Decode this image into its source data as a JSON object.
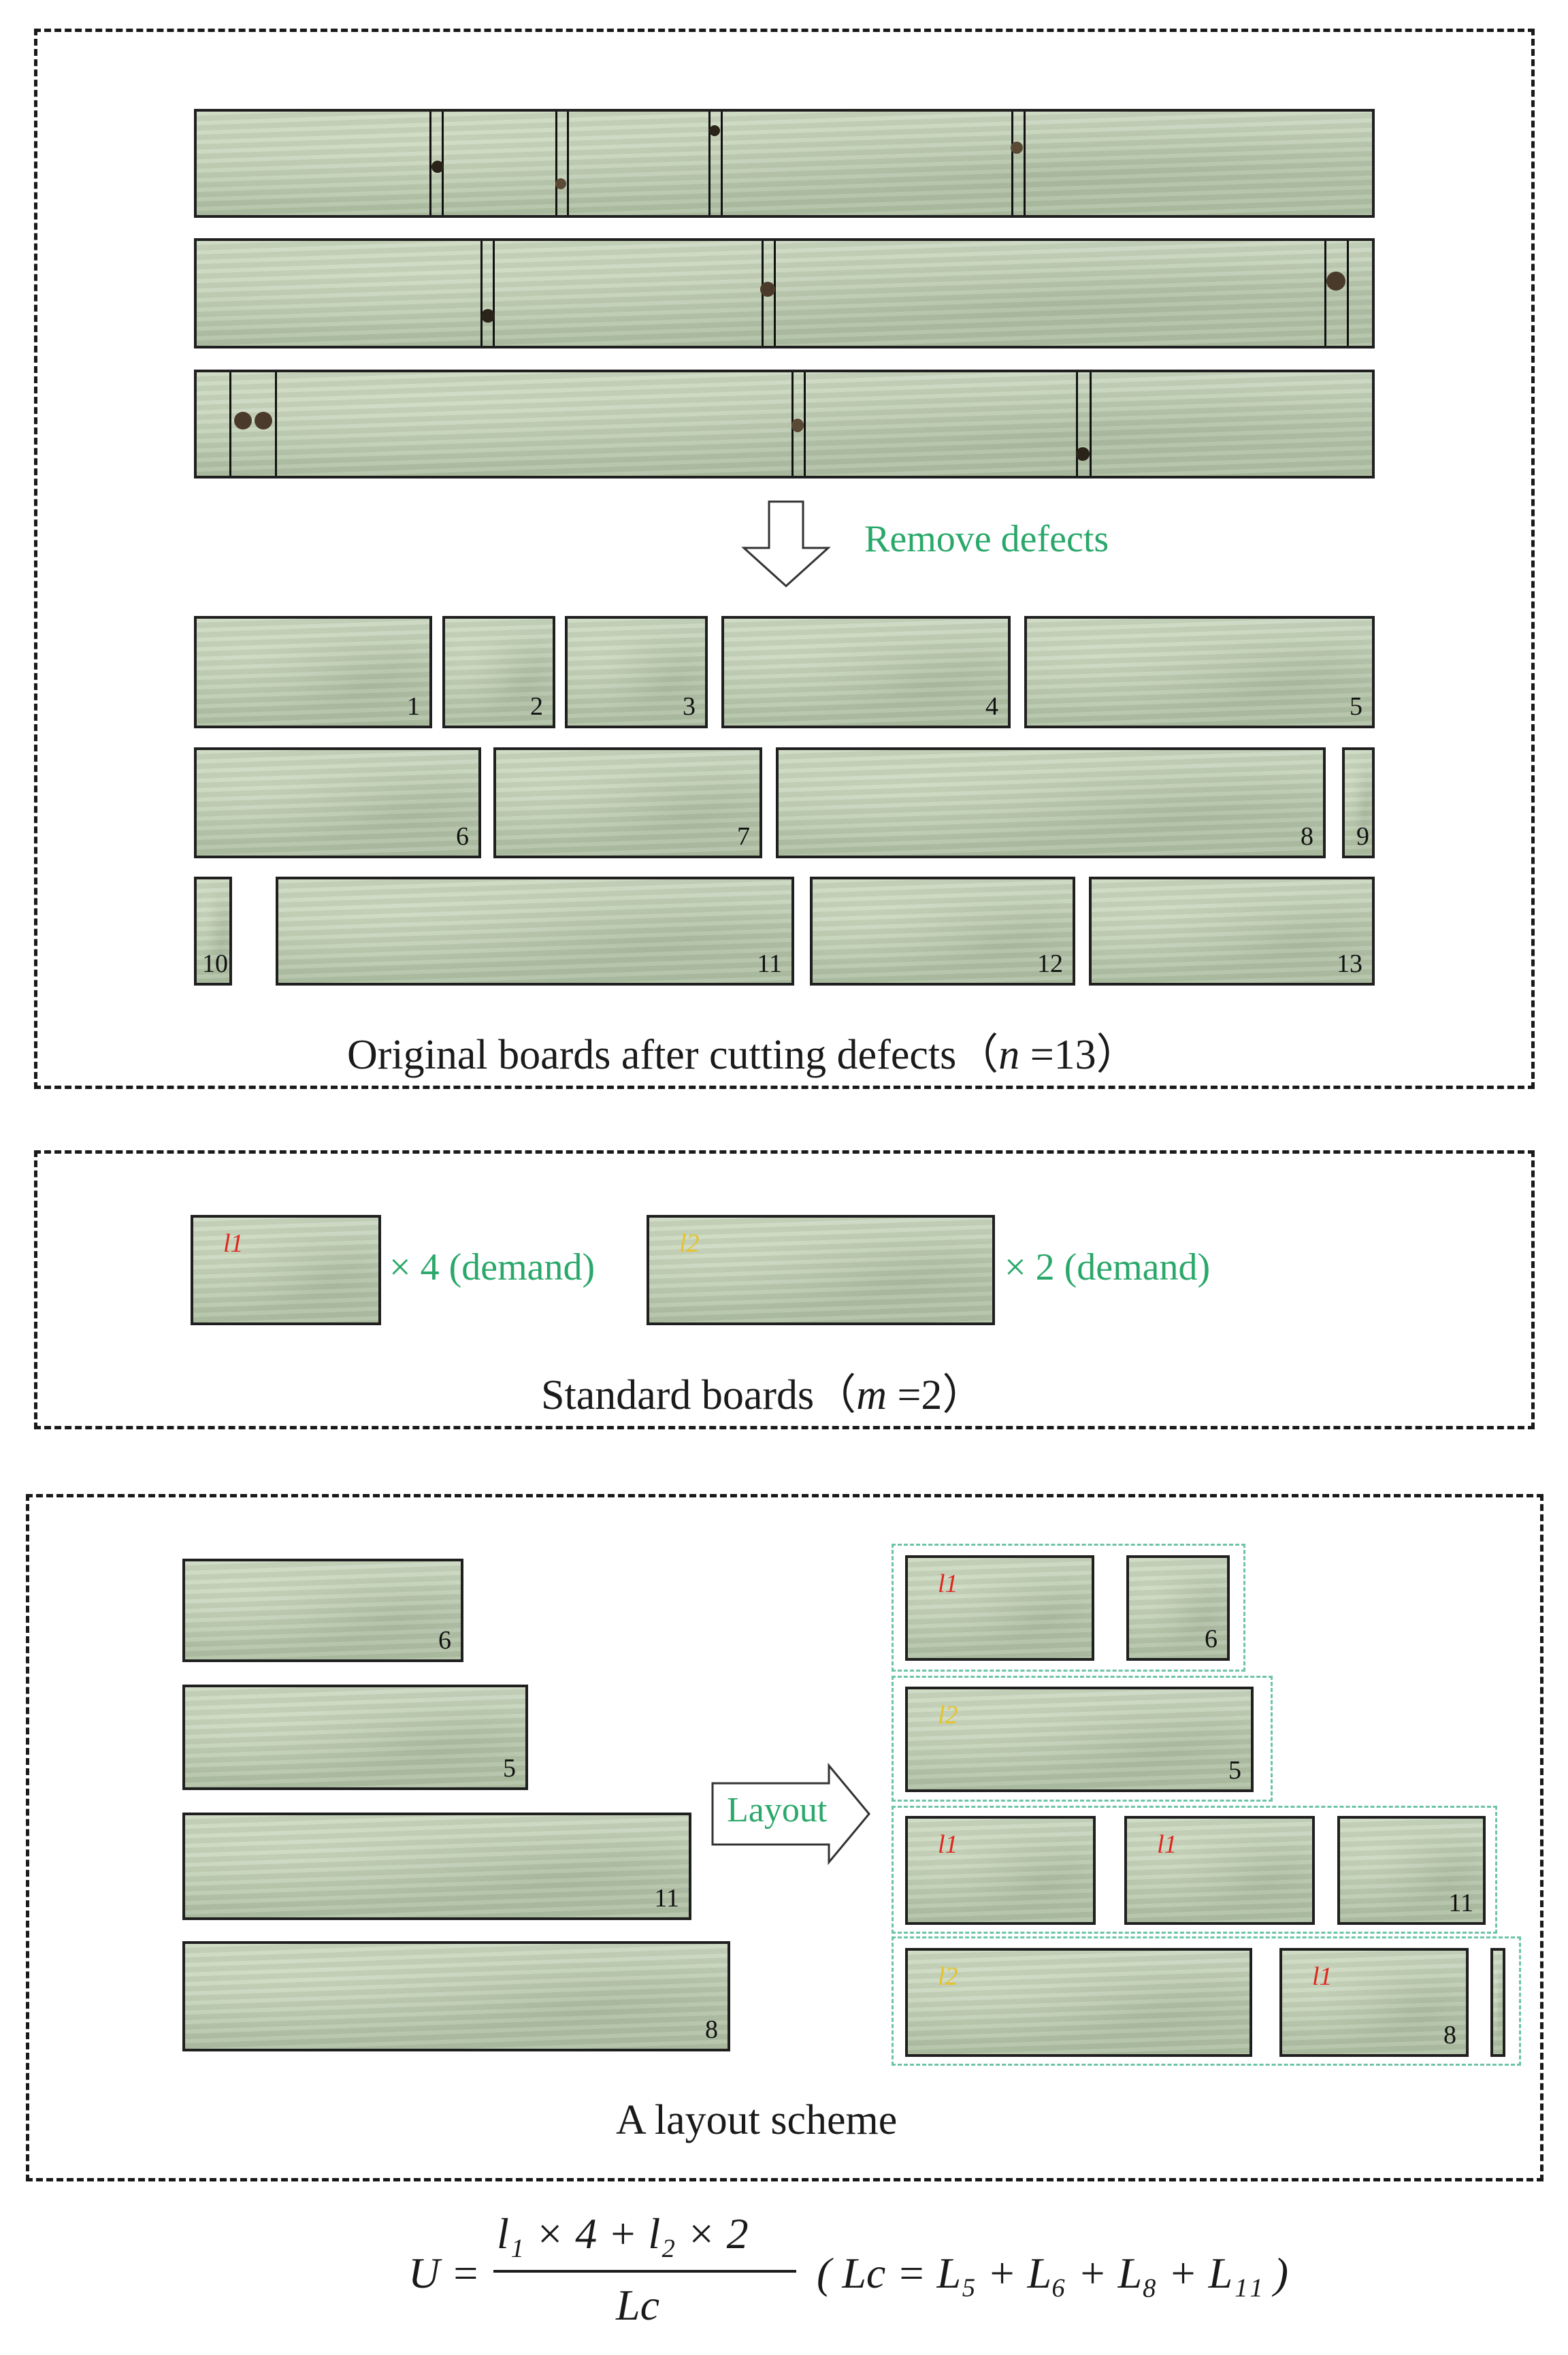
{
  "section_top": {
    "remove_label": "Remove defects",
    "caption_prefix": "Original boards after cutting defects（",
    "caption_var": "n",
    "caption_suffix": " =13）",
    "piece_numbers": [
      "1",
      "2",
      "3",
      "4",
      "5",
      "6",
      "7",
      "8",
      "9",
      "10",
      "11",
      "12",
      "13"
    ]
  },
  "section_standard": {
    "board1_tag": "l1",
    "board1_demand": "× 4 (demand)",
    "board2_tag": "l2",
    "board2_demand": "× 2 (demand)",
    "caption_prefix": "Standard boards（",
    "caption_var": "m",
    "caption_suffix": " =2）"
  },
  "section_layout": {
    "left_numbers": [
      "6",
      "5",
      "11",
      "8"
    ],
    "layout_label": "Layout",
    "right_tags": [
      "l1",
      "l2",
      "l1",
      "l1",
      "l2",
      "l1"
    ],
    "right_numbers": [
      "6",
      "5",
      "11",
      "8"
    ],
    "caption": "A layout scheme"
  },
  "formula": {
    "lhs": "U =",
    "numerator": "l₁ × 4 + l₂ × 2",
    "denominator": "Lc",
    "paren": "( Lc = L₅ + L₆ + L₈ + L₁₁ )"
  },
  "colors": {
    "accent_green": "#2aa86a",
    "tag_red": "#e0261f",
    "tag_yellow": "#e6c32a",
    "dashed_green": "#6cc3a8"
  }
}
